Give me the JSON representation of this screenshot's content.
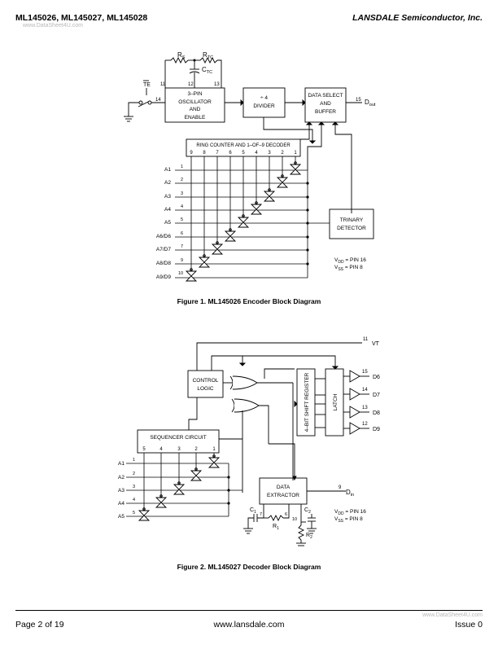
{
  "header": {
    "parts": "ML145026, ML145027, ML145028",
    "company": "LANSDALE Semiconductor, Inc.",
    "watermark": "www.DataSheet4U.com"
  },
  "figure1": {
    "caption": "Figure 1. ML145026 Encoder Block Diagram",
    "rs": "R",
    "rs_sub": "S",
    "rtc": "R",
    "rtc_sub": "TC",
    "ctc": "C",
    "ctc_sub": "TC",
    "te": "TE",
    "pins_osc": [
      "11",
      "12",
      "13"
    ],
    "pin_te": "14",
    "oscillator": [
      "3–PIN",
      "OSCILLATOR",
      "AND",
      "ENABLE"
    ],
    "divider": [
      "÷ 4",
      "DIVIDER"
    ],
    "data_select": [
      "DATA SELECT",
      "AND",
      "BUFFER"
    ],
    "pin_dout": "15",
    "dout": "D",
    "dout_sub": "out",
    "ring_counter": "RING COUNTER AND 1–OF–9 DECODER",
    "decoder_outputs": [
      "9",
      "8",
      "7",
      "6",
      "5",
      "4",
      "3",
      "2",
      "1"
    ],
    "inputs": [
      {
        "pin": "1",
        "label": "A1"
      },
      {
        "pin": "2",
        "label": "A2"
      },
      {
        "pin": "3",
        "label": "A3"
      },
      {
        "pin": "4",
        "label": "A4"
      },
      {
        "pin": "5",
        "label": "A5"
      },
      {
        "pin": "6",
        "label": "A6/D6"
      },
      {
        "pin": "7",
        "label": "A7/D7"
      },
      {
        "pin": "9",
        "label": "A8/D8"
      },
      {
        "pin": "10",
        "label": "A9/D9"
      }
    ],
    "trinary": [
      "TRINARY",
      "DETECTOR"
    ],
    "vdd": "V",
    "vdd_sub": "DD",
    "vdd_pin": " = PIN 16",
    "vss": "V",
    "vss_sub": "SS",
    "vss_pin": " = PIN 8"
  },
  "figure2": {
    "caption": "Figure 2. ML145027 Decoder Block Diagram",
    "vt_pin": "11",
    "vt": "VT",
    "control_logic": [
      "CONTROL",
      "LOGIC"
    ],
    "shift_register": "4–BIT SHIFT REGISTER",
    "latch": "LATCH",
    "outputs": [
      {
        "pin": "15",
        "label": "D6"
      },
      {
        "pin": "14",
        "label": "D7"
      },
      {
        "pin": "13",
        "label": "D8"
      },
      {
        "pin": "12",
        "label": "D9"
      }
    ],
    "sequencer": "SEQUENCER CIRCUIT",
    "seq_outputs": [
      "5",
      "4",
      "3",
      "2",
      "1"
    ],
    "inputs": [
      {
        "pin": "1",
        "label": "A1"
      },
      {
        "pin": "2",
        "label": "A2"
      },
      {
        "pin": "3",
        "label": "A3"
      },
      {
        "pin": "4",
        "label": "A4"
      },
      {
        "pin": "5",
        "label": "A5"
      }
    ],
    "data_extractor": [
      "DATA",
      "EXTRACTOR"
    ],
    "din_pin": "9",
    "din": "D",
    "din_sub": "in",
    "c1": "C",
    "c1_sub": "1",
    "pin7": "7",
    "r1": "R",
    "r1_sub": "1",
    "pin6": "6",
    "c2": "C",
    "c2_sub": "2",
    "pin10": "10",
    "r2": "R",
    "r2_sub": "2",
    "vdd": "V",
    "vdd_sub": "DD",
    "vdd_pin": " = PIN 16",
    "vss": "V",
    "vss_sub": "SS",
    "vss_pin": " = PIN 8"
  },
  "footer": {
    "page": "Page 2 of 19",
    "website": "www.lansdale.com",
    "issue": "Issue 0",
    "watermark": "www.DataSheet4U.com"
  }
}
